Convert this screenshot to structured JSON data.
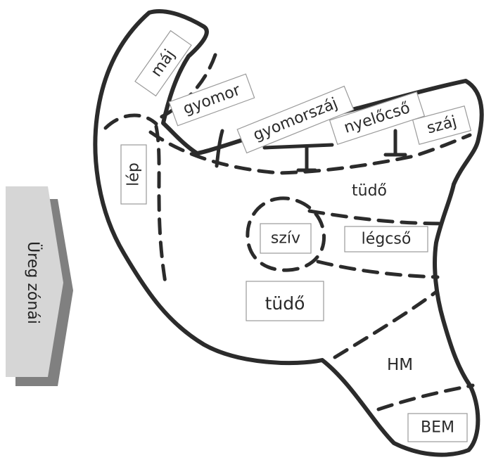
{
  "side_label": "Üreg zónái",
  "colors": {
    "arrow_face": "#d6d6d6",
    "arrow_shadow": "#808080",
    "outline": "#2b2b2b"
  },
  "zones": {
    "maj": "máj",
    "gyomor": "gyomor",
    "gyomorszaj": "gyomorszáj",
    "nyelocso": "nyelőcső",
    "szaj": "száj",
    "lep": "lép",
    "tudo_top": "tüdő",
    "sziv": "szív",
    "legcso": "légcső",
    "tudo_bottom": "tüdő",
    "hm": "HM",
    "bem": "BEM"
  }
}
